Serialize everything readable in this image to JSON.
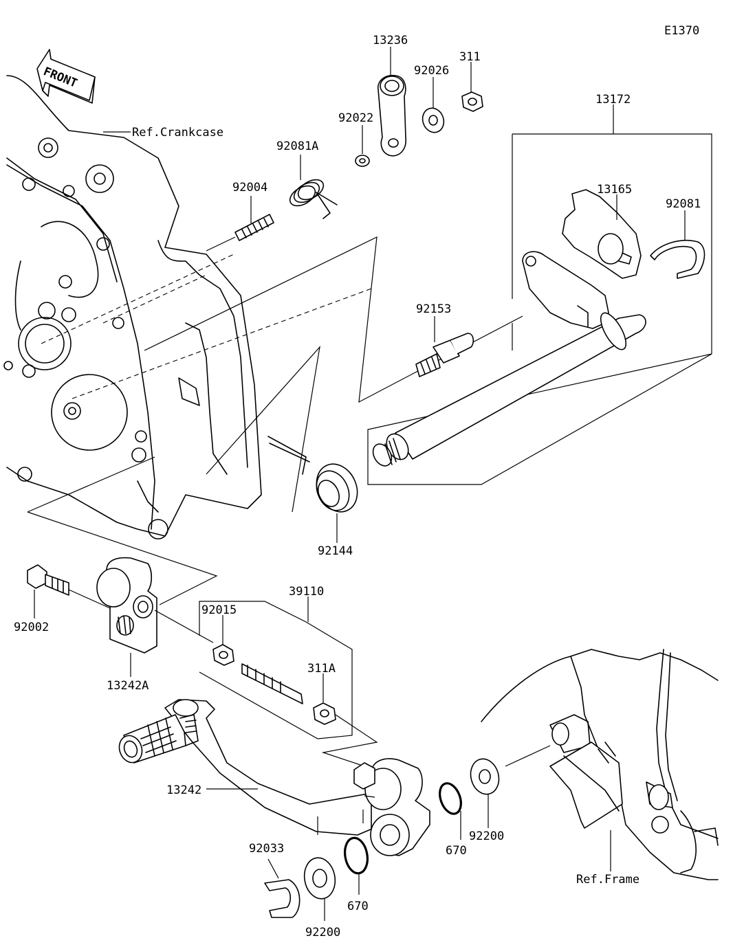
{
  "diagram_code": "E1370",
  "front_label": "FRONT",
  "references": {
    "crankcase": "Ref.Crankcase",
    "frame": "Ref.Frame"
  },
  "parts": {
    "p13236": "13236",
    "p311": "311",
    "p92026": "92026",
    "p92022": "92022",
    "p13172": "13172",
    "p92081A": "92081A",
    "p92004": "92004",
    "p13165": "13165",
    "p92081": "92081",
    "p92153": "92153",
    "p92144": "92144",
    "p39110": "39110",
    "p92015": "92015",
    "p92002": "92002",
    "p13242A": "13242A",
    "p311A": "311A",
    "p13242": "13242",
    "p670a": "670",
    "p92200a": "92200",
    "p92033": "92033",
    "p670b": "670",
    "p92200b": "92200"
  }
}
